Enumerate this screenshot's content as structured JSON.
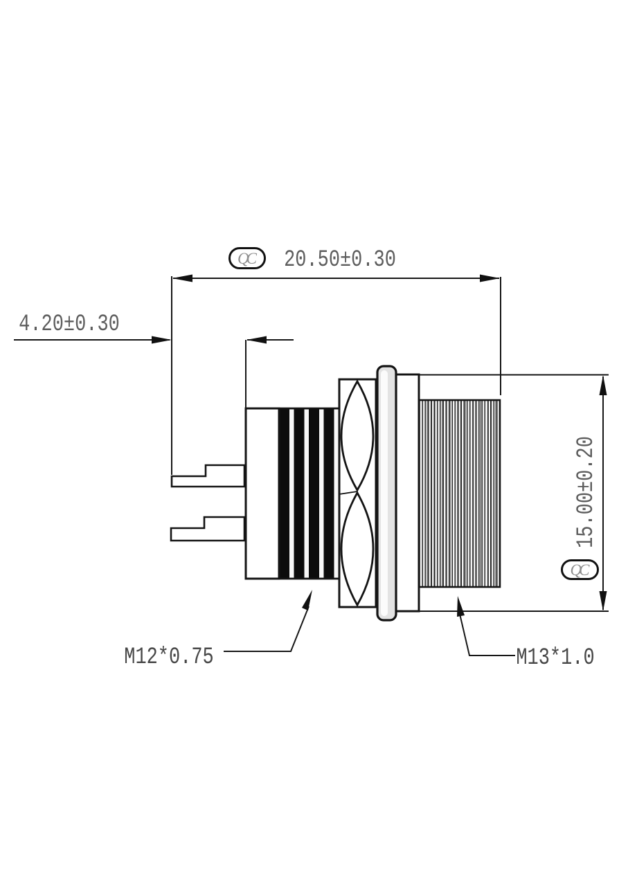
{
  "drawing": {
    "dimensions": {
      "overall_length": "20.50±0.30",
      "pin_protrusion": "4.20±0.30",
      "flange_diameter": "15.00±0.20"
    },
    "thread_labels": {
      "rear": "M12*0.75",
      "front": "M13*1.0"
    },
    "stamps": {
      "qc_top": "QC",
      "qc_right": "QC"
    },
    "colors": {
      "line": "#141414",
      "dim_text": "#5d5d5d",
      "label_text": "#474747",
      "washer_fill": "#e3e3e3",
      "stamp_text": "#8f8f8f",
      "background": "#ffffff"
    }
  }
}
